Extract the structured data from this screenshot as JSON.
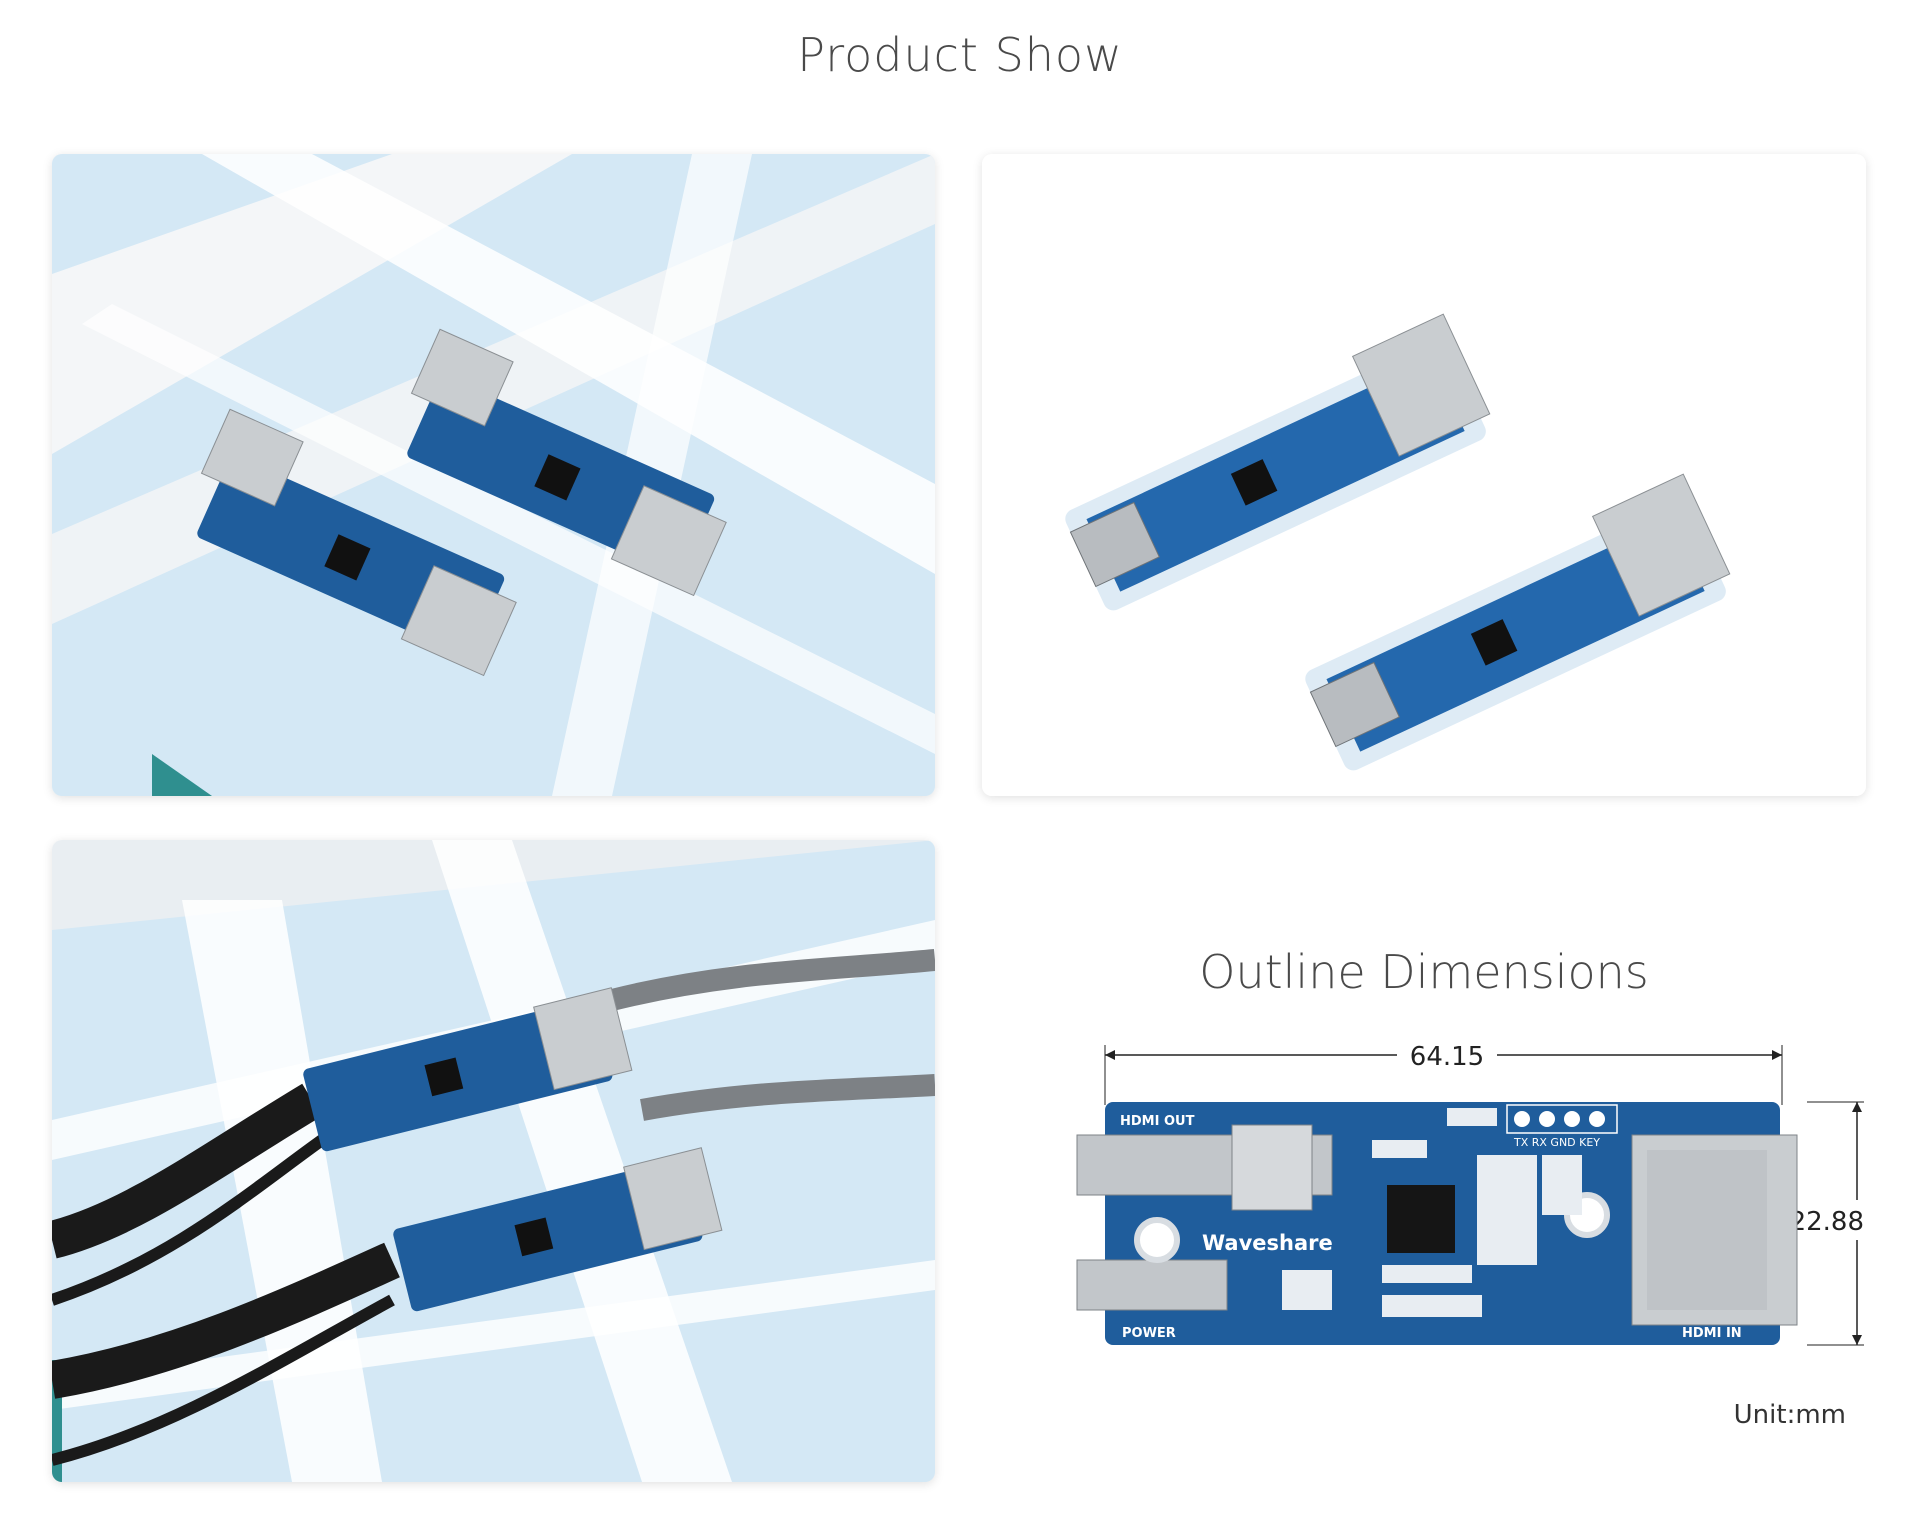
{
  "header": {
    "title": "Product Show"
  },
  "photos": [
    {
      "icon": "product-photo-boards-on-paper"
    },
    {
      "icon": "product-photo-boards-with-case"
    },
    {
      "icon": "product-photo-boards-with-cables"
    }
  ],
  "dimensions": {
    "title": "Outline Dimensions",
    "width": "64.15",
    "height": "22.88",
    "unit": "Unit:mm",
    "board_labels": {
      "hdmi_out": "HDMI OUT",
      "hdmi_in": "HDMI IN",
      "power": "POWER",
      "brand": "Waveshare",
      "pins": "TX  RX GND KEY"
    }
  },
  "colors": {
    "pcb_blue": "#1f5d9c",
    "paper_blue": "#d3e8f6",
    "metal": "#c9cdd0"
  }
}
